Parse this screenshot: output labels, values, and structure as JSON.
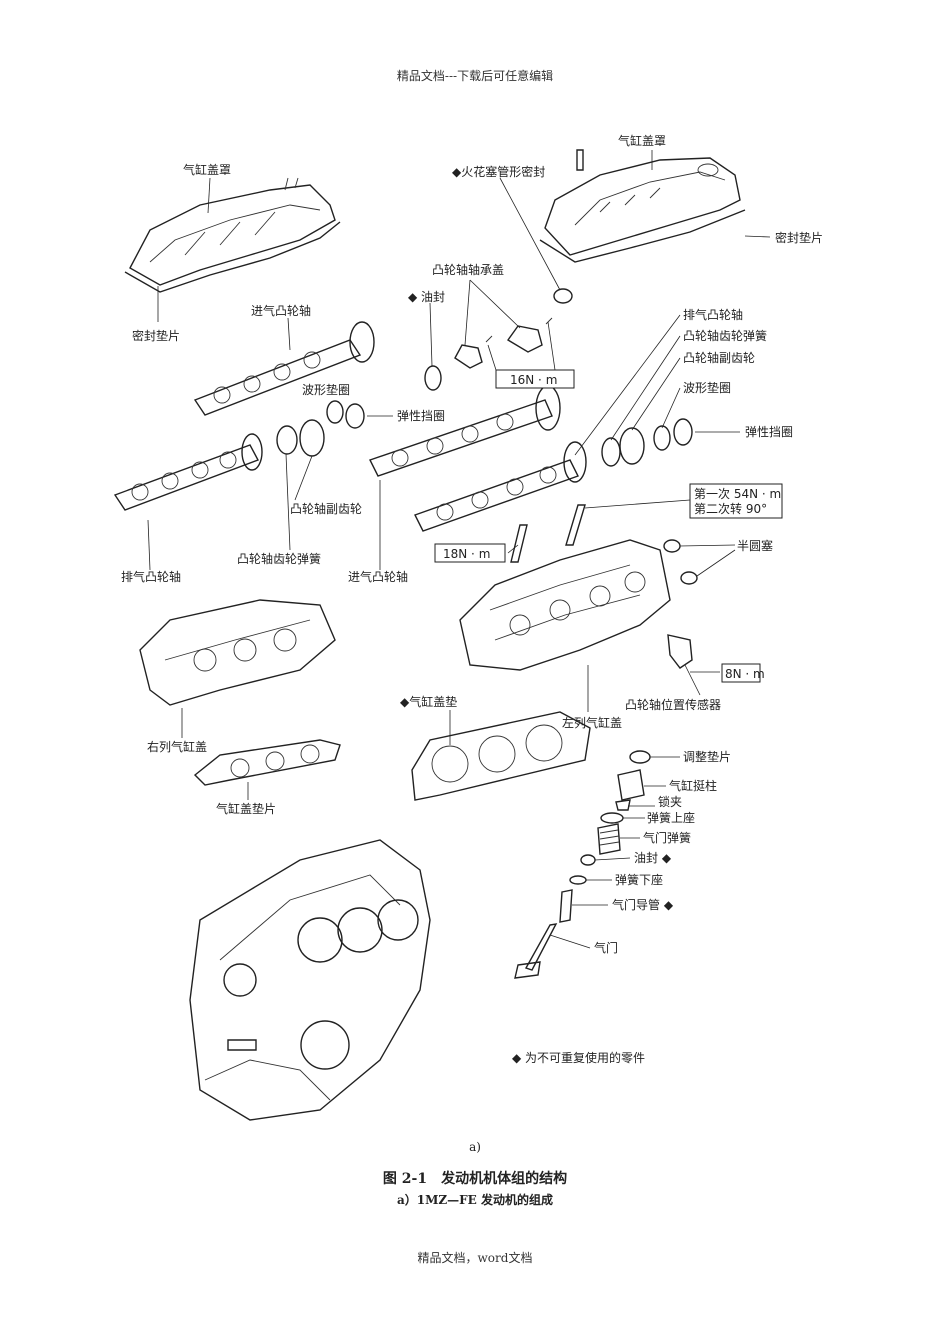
{
  "header": "精品文档---下载后可任意编辑",
  "footer": "精品文档，word文档",
  "labels": {
    "cover_left": "气缸盖罩",
    "gasket_left": "密封垫片",
    "cover_right": "气缸盖罩",
    "gasket_right": "密封垫片",
    "plug_seal": "◆火花塞管形密封",
    "cam_cap": "凸轮轴轴承盖",
    "oil_seal_top": "◆ 油封",
    "torque_16": "16N · m",
    "intake_cam_left": "进气凸轮轴",
    "wave_washer_left": "波形垫圈",
    "snap_ring_left": "弹性挡圈",
    "exhaust_cam_right": "排气凸轮轴",
    "cam_gear_spring_right": "凸轮轴齿轮弹簧",
    "cam_sub_gear_right": "凸轮轴副齿轮",
    "wave_washer_right": "波形垫圈",
    "snap_ring_right": "弹性挡圈",
    "torque_54_line1": "第一次 54N · m",
    "torque_54_line2": "第二次转 90°",
    "cam_sub_gear_left": "凸轮轴副齿轮",
    "exhaust_cam_left": "排气凸轮轴",
    "cam_gear_spring_left": "凸轮轴齿轮弹簧",
    "intake_cam_center": "进气凸轮轴",
    "torque_18": "18N · m",
    "half_plug": "半圆塞",
    "torque_8": "8N · m",
    "cam_sensor": "凸轮轴位置传感器",
    "right_head": "右列气缸盖",
    "head_gasket_center": "◆气缸盖垫",
    "left_head": "左列气缸盖",
    "head_gasket_left": "气缸盖垫片",
    "shim": "调整垫片",
    "lifter": "气缸挺柱",
    "keeper": "锁夹",
    "spring_retainer": "弹簧上座",
    "valve_spring": "气门弹簧",
    "valve_oil_seal": "油封 ◆",
    "spring_seat": "弹簧下座",
    "valve_guide": "气门导管 ◆",
    "valve": "气门",
    "legend": "◆ 为不可重复使用的零件"
  },
  "caption": {
    "sub_label": "a)",
    "title": "图 2-1　发动机机体组的结构",
    "subtitle": "a）1MZ—FE 发动机的组成"
  }
}
